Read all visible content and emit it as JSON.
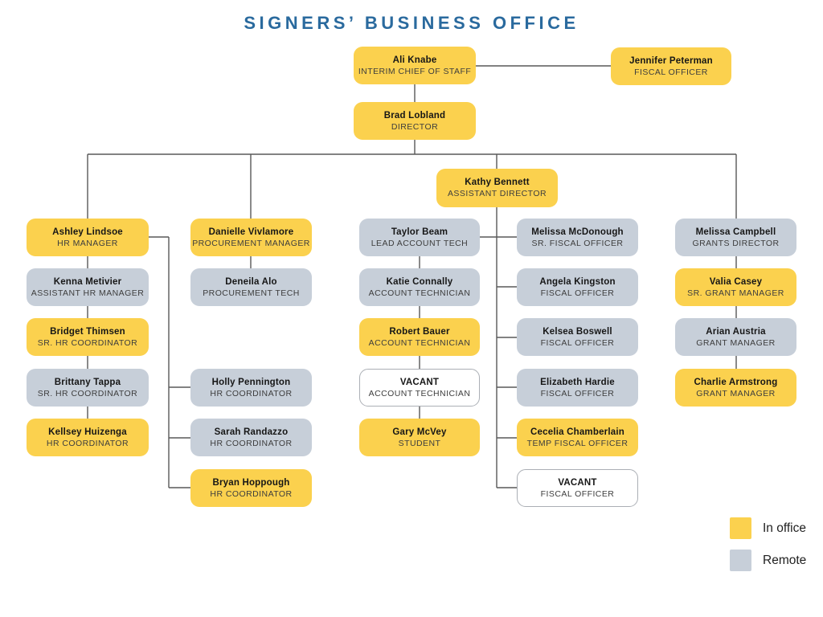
{
  "title": "SIGNERS’ BUSINESS OFFICE",
  "colors": {
    "in_office": "#FBD14E",
    "remote": "#C7CFD9",
    "vacant_bg": "#FFFFFF",
    "vacant_border": "#ABAFB5",
    "title_text": "#2A6A9E",
    "connector": "#595959"
  },
  "legend": {
    "items": [
      {
        "label": "In office",
        "status": "in-office"
      },
      {
        "label": "Remote",
        "status": "remote"
      }
    ]
  },
  "nodes": [
    {
      "name": "Ali Knabe",
      "title": "INTERIM CHIEF OF STAFF",
      "status": "in-office"
    },
    {
      "name": "Jennifer Peterman",
      "title": "FISCAL OFFICER",
      "status": "in-office"
    },
    {
      "name": "Brad Lobland",
      "title": "DIRECTOR",
      "status": "in-office"
    },
    {
      "name": "Kathy Bennett",
      "title": "ASSISTANT DIRECTOR",
      "status": "in-office"
    },
    {
      "name": "Ashley Lindsoe",
      "title": "HR MANAGER",
      "status": "in-office"
    },
    {
      "name": "Kenna Metivier",
      "title": "ASSISTANT HR MANAGER",
      "status": "remote"
    },
    {
      "name": "Bridget Thimsen",
      "title": "SR. HR COORDINATOR",
      "status": "in-office"
    },
    {
      "name": "Brittany Tappa",
      "title": "SR. HR COORDINATOR",
      "status": "remote"
    },
    {
      "name": "Kellsey Huizenga",
      "title": "HR COORDINATOR",
      "status": "in-office"
    },
    {
      "name": "Danielle Vivlamore",
      "title": "PROCUREMENT MANAGER",
      "status": "in-office"
    },
    {
      "name": "Deneila Alo",
      "title": "PROCUREMENT TECH",
      "status": "remote"
    },
    {
      "name": "Holly Pennington",
      "title": "HR COORDINATOR",
      "status": "remote"
    },
    {
      "name": "Sarah Randazzo",
      "title": "HR COORDINATOR",
      "status": "remote"
    },
    {
      "name": "Bryan Hoppough",
      "title": "HR COORDINATOR",
      "status": "in-office"
    },
    {
      "name": "Taylor Beam",
      "title": "LEAD ACCOUNT TECH",
      "status": "remote"
    },
    {
      "name": "Katie Connally",
      "title": "ACCOUNT TECHNICIAN",
      "status": "remote"
    },
    {
      "name": "Robert Bauer",
      "title": "ACCOUNT TECHNICIAN",
      "status": "in-office"
    },
    {
      "name": "VACANT",
      "title": "ACCOUNT TECHNICIAN",
      "status": "vacant"
    },
    {
      "name": "Gary McVey",
      "title": "STUDENT",
      "status": "in-office"
    },
    {
      "name": "Melissa McDonough",
      "title": "SR. FISCAL OFFICER",
      "status": "remote"
    },
    {
      "name": "Angela Kingston",
      "title": "FISCAL OFFICER",
      "status": "remote"
    },
    {
      "name": "Kelsea Boswell",
      "title": "FISCAL OFFICER",
      "status": "remote"
    },
    {
      "name": "Elizabeth Hardie",
      "title": "FISCAL OFFICER",
      "status": "remote"
    },
    {
      "name": "Cecelia Chamberlain",
      "title": "TEMP FISCAL OFFICER",
      "status": "in-office"
    },
    {
      "name": "VACANT",
      "title": "FISCAL OFFICER",
      "status": "vacant"
    },
    {
      "name": "Melissa Campbell",
      "title": "GRANTS DIRECTOR",
      "status": "remote"
    },
    {
      "name": "Valia Casey",
      "title": "SR. GRANT MANAGER",
      "status": "in-office"
    },
    {
      "name": "Arian Austria",
      "title": "GRANT MANAGER",
      "status": "remote"
    },
    {
      "name": "Charlie Armstrong",
      "title": "GRANT MANAGER",
      "status": "in-office"
    }
  ]
}
